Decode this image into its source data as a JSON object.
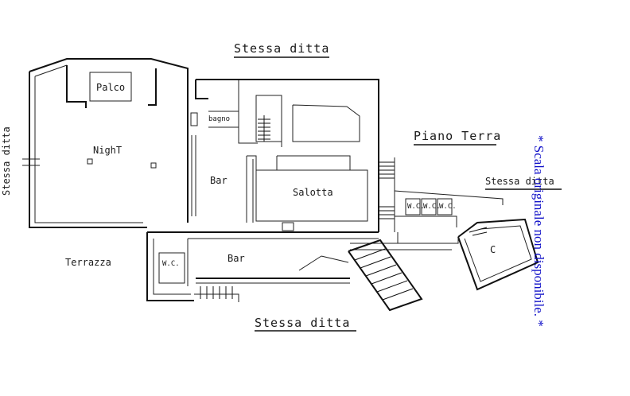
{
  "labels": {
    "top_neighbor": "Stessa ditta",
    "left_neighbor": "Stessa ditta",
    "right_neighbor": "Stessa ditta",
    "bottom_neighbor": "Stessa ditta",
    "floor": "Piano Terra",
    "stage": "Palco",
    "night": "NighT",
    "bathroom": "bagno",
    "bar_upper": "Bar",
    "bar_lower": "Bar",
    "lounge": "Salotta",
    "terrace": "Terrazza",
    "wc_terrace": "W.C.",
    "wc_1": "W.C.",
    "wc_2": "W.C.",
    "wc_3": "W.C.",
    "room_c": "C"
  },
  "note": "* Scala originale non disponibile. *"
}
